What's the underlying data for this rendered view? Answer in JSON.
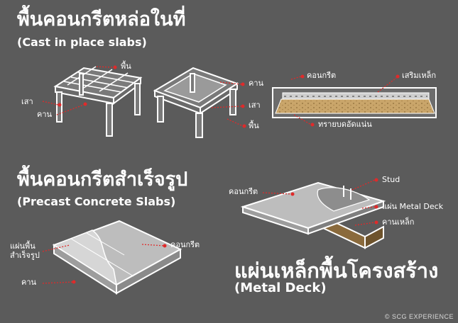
{
  "sections": {
    "cast_in_place": {
      "title_th": "พื้นคอนกรีตหล่อในที่",
      "title_en": "(Cast in place slabs)",
      "labels": {
        "slab_a": "พื้น",
        "column_a": "เสา",
        "beam_a": "คาน",
        "beam_b": "คาน",
        "column_b": "เสา",
        "slab_b": "พื้น",
        "concrete": "คอนกรีต",
        "rebar": "เสริมเหล็ก",
        "compacted_sand": "ทรายบดอัดแน่น"
      }
    },
    "precast": {
      "title_th": "พื้นคอนกรีตสำเร็จรูป",
      "title_en": "(Precast Concrete Slabs)",
      "labels": {
        "precast_slab": "แผ่นพื้น\nสำเร็จรูป",
        "concrete": "คอนกรีต",
        "beam": "คาน"
      }
    },
    "metal_deck": {
      "title_th": "แผ่นเหล็กพื้นโครงสร้าง",
      "title_en": "(Metal Deck)",
      "labels": {
        "concrete": "คอนกรีต",
        "stud": "Stud",
        "metal_deck": "แผ่น Metal Deck",
        "steel_beam": "คานเหล็ก"
      }
    }
  },
  "copyright": "© SCG EXPERIENCE",
  "colors": {
    "background": "#5b5b5b",
    "pointer": "#e02a2a",
    "outline": "#ffffff",
    "concrete_face": "#bdbdbd",
    "sand": "#c9a56a",
    "steel_beam": "#8a6a3c"
  }
}
